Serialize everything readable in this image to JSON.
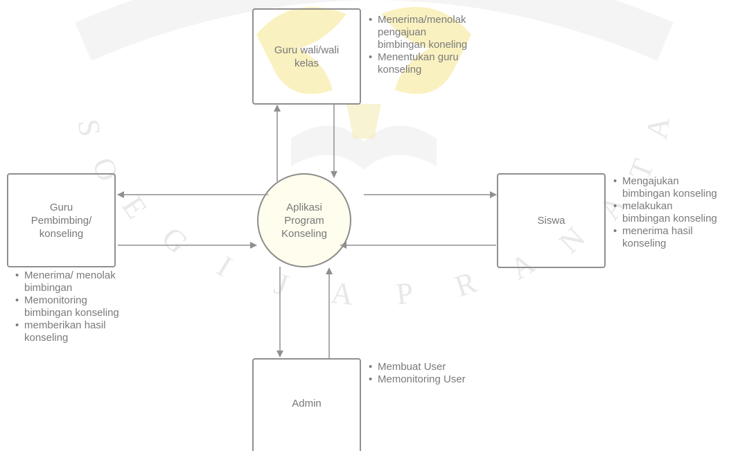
{
  "diagram": {
    "process": {
      "label": "Aplikasi\nProgram\nKonseling"
    },
    "entities": {
      "guru_wali": {
        "label": "Guru wali/wali\nkelas",
        "notes": [
          "Menerima/menolak\npengajuan\nbimbingan koneling",
          "Menentukan guru\nkonseling"
        ]
      },
      "guru_pembimbing": {
        "label": "Guru\nPembimbing/\nkonseling",
        "notes": [
          "Menerima/ menolak\nbimbingan",
          "Memonitoring\nbimbingan konseling",
          "memberikan hasil\nkonseling"
        ]
      },
      "siswa": {
        "label": "Siswa",
        "notes": [
          "Mengajukan\nbimbingan konseling",
          "melakukan\nbimbingan konseling",
          "menerima hasil\nkonseling"
        ]
      },
      "admin": {
        "label": "Admin",
        "notes": [
          "Membuat User",
          "Memonitoring User"
        ]
      }
    },
    "watermark": {
      "letters": [
        "S",
        "O",
        "E",
        "G",
        "I",
        "J",
        "A",
        "P",
        "R",
        "A",
        "N",
        "A",
        "T",
        "A"
      ]
    },
    "colors": {
      "line": "#8f8f8f",
      "text": "#777777",
      "watermark_gold": "#f2d96a",
      "watermark_gray": "#e3e3e3"
    }
  }
}
